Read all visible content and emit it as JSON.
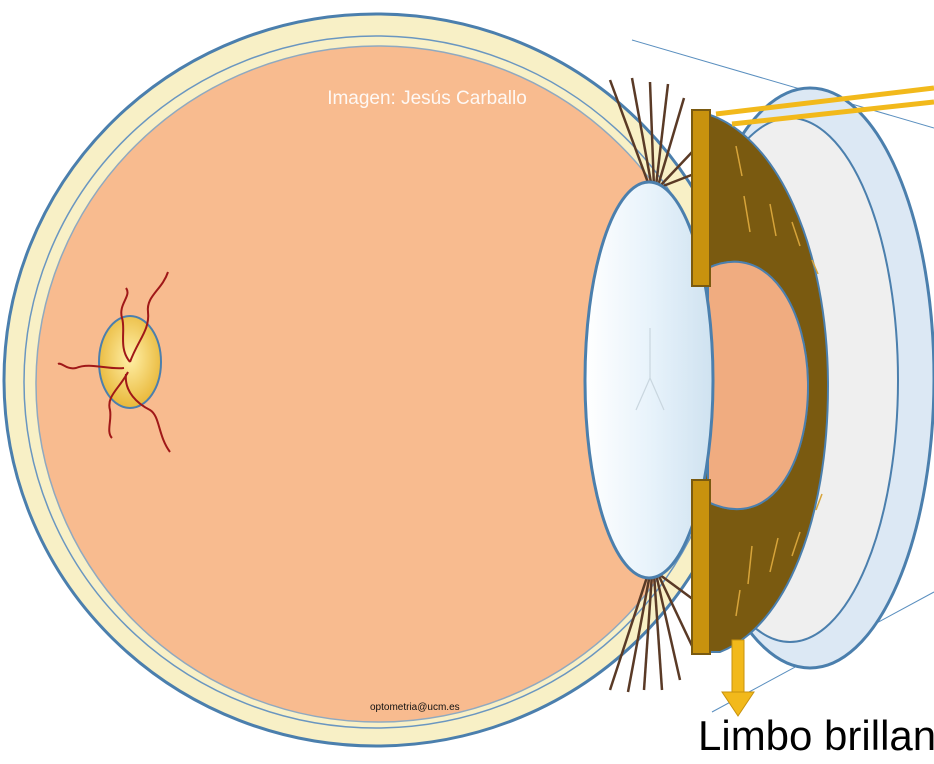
{
  "credit": "Imagen: Jesús Carballo",
  "email": "optometria@ucm.es",
  "label": "Limbo brillante",
  "colors": {
    "sclera_outer": "#f8f0c6",
    "interior": "#f8bb8f",
    "iris": "#7a5a10",
    "iris_edge": "#b89020",
    "ciliary_block": "#c8920e",
    "lens": "#e4f1fa",
    "cornea": "#dce8f4",
    "anterior_chamber": "#efefef",
    "optic_disc": "#f2cc5a",
    "vessels": "#a01818",
    "light_beam": "#f2b91b",
    "zonules": "#5a3a26",
    "outline": "#4b7fad"
  },
  "icons": {
    "arrow": "down-arrow-icon"
  }
}
